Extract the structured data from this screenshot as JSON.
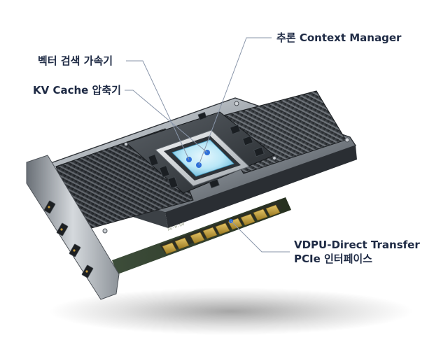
{
  "callouts": {
    "vector_search": "벡터 검색 가속기",
    "kv_cache": "KV Cache 압축기",
    "context_manager": "추론 Context Manager",
    "vdpu_line1": "VDPU-Direct Transfer",
    "vdpu_line2": "PCIe 인터페이스"
  },
  "board_marking": "XG-H.00",
  "colors": {
    "callout_text": "#1e2a44",
    "leader_line": "#8a96aa",
    "accent": "#2f6fd8",
    "die_glow": "#b9e7f7",
    "gold": "#c6a23a"
  }
}
